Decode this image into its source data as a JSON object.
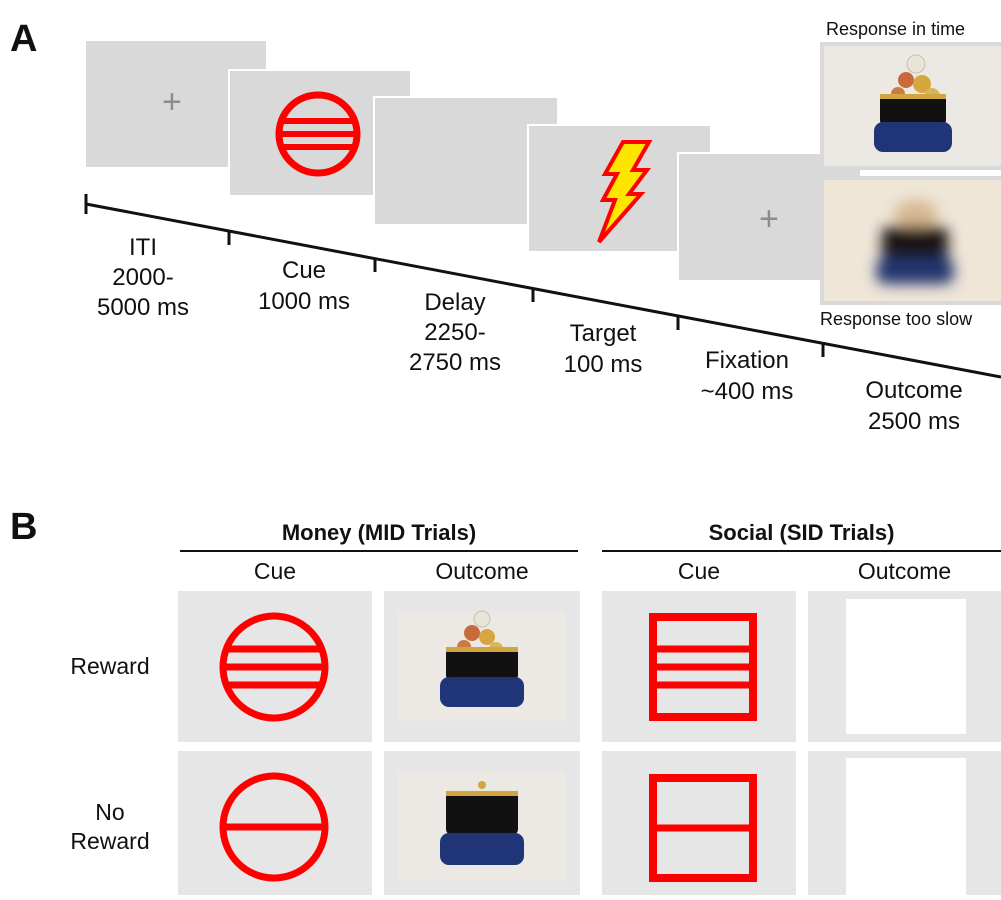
{
  "panel_a": {
    "label": "A",
    "phases": [
      {
        "name": "ITI",
        "duration": "2000-\n5000 ms"
      },
      {
        "name": "Cue",
        "duration": "1000 ms"
      },
      {
        "name": "Delay",
        "duration": "2250-\n2750 ms"
      },
      {
        "name": "Target",
        "duration": "100 ms"
      },
      {
        "name": "Fixation",
        "duration": "~400 ms"
      },
      {
        "name": "Outcome",
        "duration": "2500 ms"
      }
    ],
    "fixation_symbol": "+",
    "response_in_time": "Response in time",
    "response_too_slow": "Response too slow"
  },
  "panel_b": {
    "label": "B",
    "money_header": "Money (MID Trials)",
    "social_header": "Social (SID Trials)",
    "col_cue": "Cue",
    "col_outcome": "Outcome",
    "rows": [
      {
        "label": "Reward"
      },
      {
        "label": "No\nReward"
      }
    ]
  },
  "colors": {
    "cue_red": "#ff0000",
    "screen_gray": "#d9d9d9",
    "cell_gray": "#e6e6e6",
    "bolt_yellow": "#ffe600",
    "purse_blue": "#1f3577"
  }
}
